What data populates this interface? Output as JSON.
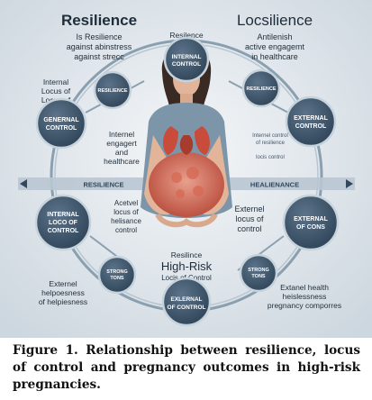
{
  "figure": {
    "titles": {
      "left": "Resilience",
      "right": "Locsilience"
    },
    "top_left_text": [
      "Is Resilience",
      "against abinstress",
      "against strecc"
    ],
    "top_center_label": "Resilence",
    "top_right_text": [
      "Antilenish",
      "active engagemt",
      "in healthcare"
    ],
    "left_text_upper": [
      "Internal",
      "Locus of",
      "Locus of"
    ],
    "left_text_mid": [
      "Internel",
      "engagert",
      "and",
      "healthcare"
    ],
    "center_left_text": [
      "Acetvel",
      "locus of",
      "helisance",
      "control"
    ],
    "center_right_text": [
      "Externel",
      "locus of",
      "control"
    ],
    "right_text_mid": [
      "Internel control",
      "of resilience",
      "locis control"
    ],
    "band_left": "RESILIENCE",
    "band_right": "HEALIENANCE",
    "nodes": {
      "top": [
        "INTERNAL",
        "CONTROL"
      ],
      "upper_left_small": "RESILIENCE",
      "upper_right_small": "RESILIENCE",
      "left_upper": [
        "GENERNAL",
        "CONTROL"
      ],
      "right_upper": [
        "EXTERNAL",
        "CONTROL"
      ],
      "left_lower": [
        "INTERNAL",
        "LOCO OF",
        "CONTROL"
      ],
      "right_lower": [
        "EXTERNAL",
        "OF CONS"
      ],
      "lower_left_small": [
        "STRONG",
        "TONS"
      ],
      "lower_right_small": [
        "STRONG",
        "TONS"
      ],
      "bottom": [
        "EXLERNAL",
        "OF CONTROL"
      ]
    },
    "center_bottom_text": [
      "Resilince",
      "High-Risk",
      "Locis of Control"
    ],
    "bottom_left_text": [
      "Externel",
      "helpoesness",
      "of helpiesness"
    ],
    "bottom_right_text": [
      "Extanel health",
      "heislessness",
      "pregnancy comporres"
    ]
  },
  "caption": "Figure 1. Relationship between resilience, locus of control and pregnancy outcomes in high-risk pregnancies.",
  "colors": {
    "background": "#dfe6ec",
    "node_fill": "#3d556b",
    "node_text": "#ffffff",
    "ring": "#8aa0b1",
    "text": "#1f2d3a",
    "organ": "#c94b3b",
    "shirt": "#7c95a8"
  }
}
